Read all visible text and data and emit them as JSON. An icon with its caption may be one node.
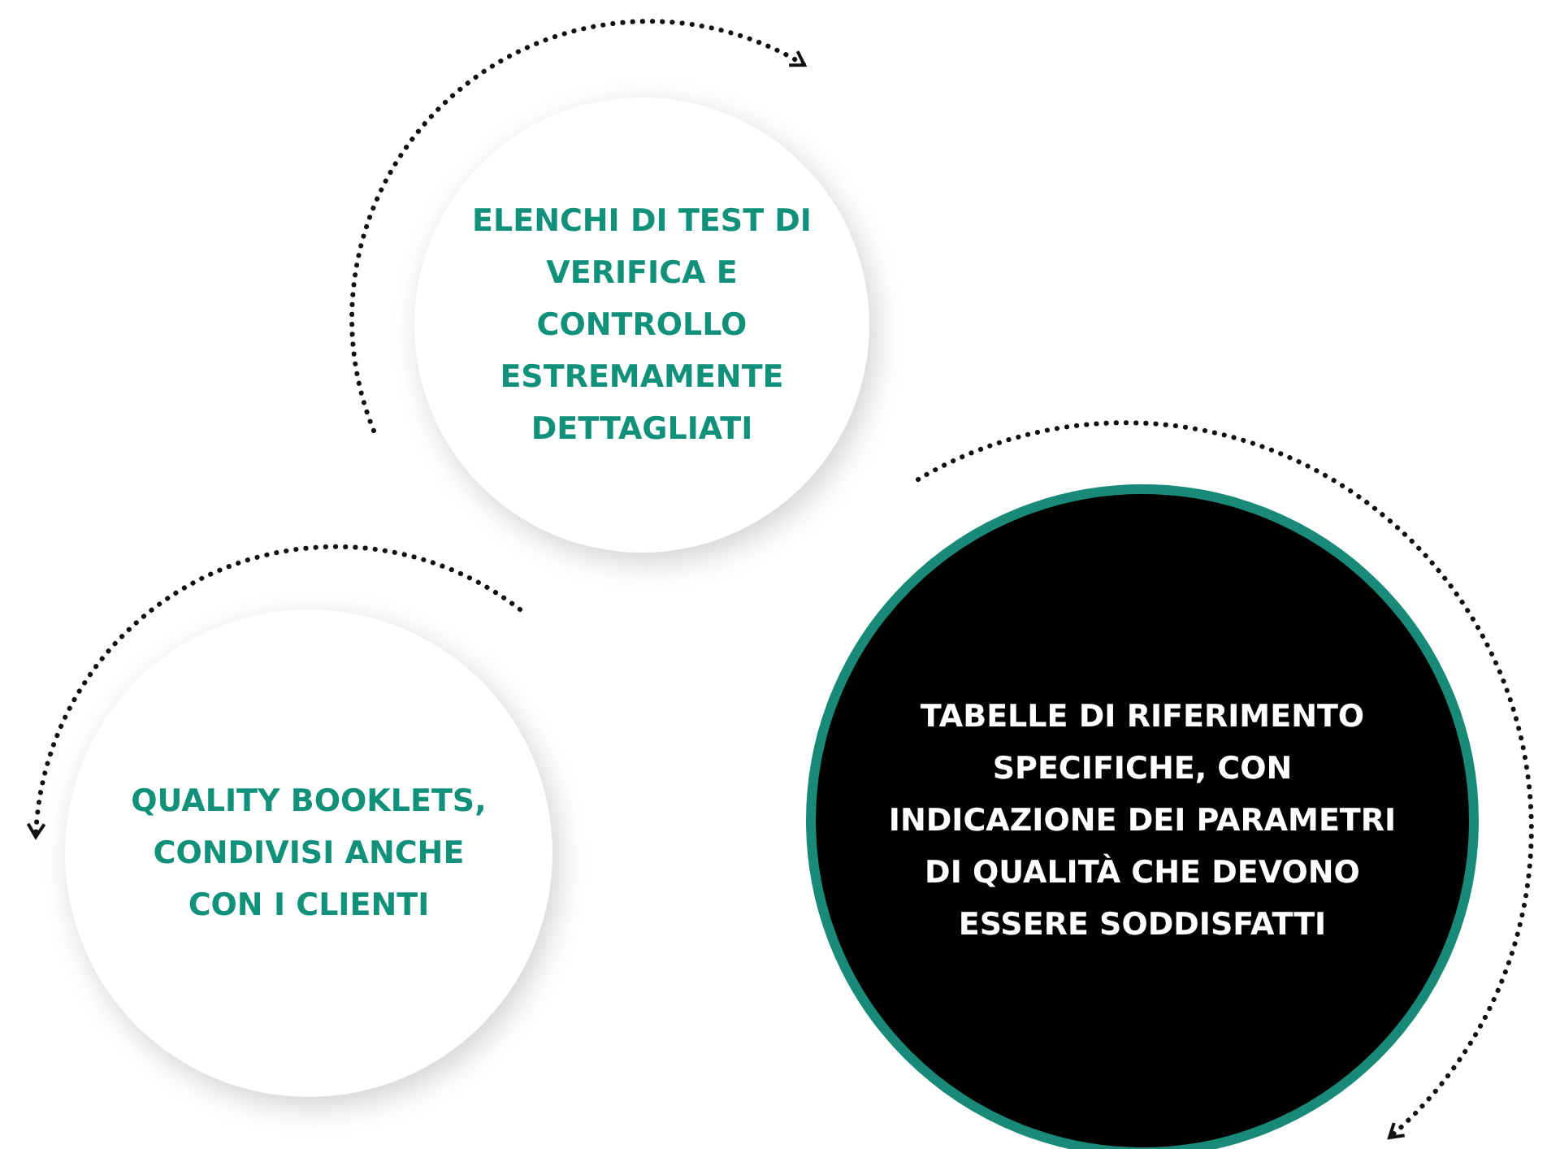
{
  "diagram": {
    "nodes": [
      {
        "text": [
          "ELENCHI DI TEST DI VERIFICA E CONTROLLO ESTREMAMENTE DETTAGLIATI"
        ]
      },
      {
        "text": [
          "QUALITY BOOKLETS, CONDIVISI ANCHE CON I CLIENTI"
        ]
      },
      {
        "text": [
          "TABELLE DI RIFERIMENTO SPECIFICHE, CON INDICAZIONE DEI PARAMETRI DI QUALITÀ CHE DEVONO ESSERE SODDISFATTI"
        ]
      }
    ]
  }
}
